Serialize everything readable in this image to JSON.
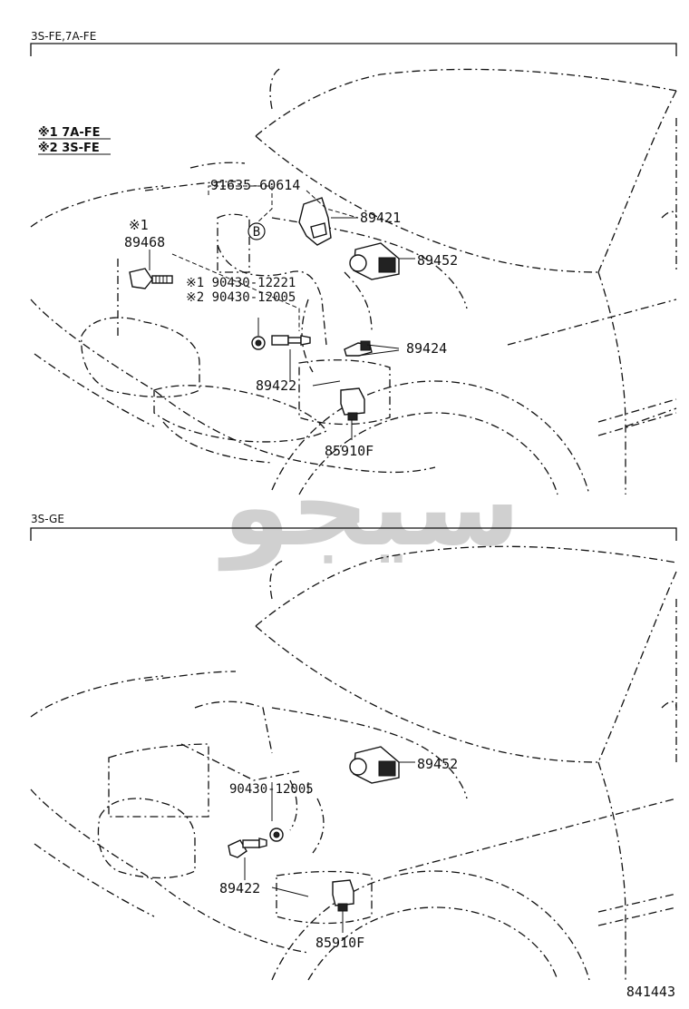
{
  "sections": {
    "top": {
      "title": "3S-FE,7A-FE"
    },
    "bottom": {
      "title": "3S-GE"
    }
  },
  "notes": {
    "note1": "※1 7A-FE",
    "note2": "※2 3S-FE"
  },
  "callout_letter": "B",
  "watermark": "ﺳﻴﺠﻮ",
  "top_labels": {
    "bolt_91635": "91635-60614",
    "part_89421": "89421",
    "part_89452": "89452",
    "mark_89468": "※1",
    "part_89468": "89468",
    "part_90430_a": "※1 90430-12221",
    "part_90430_b": "※2 90430-12005",
    "part_89424": "89424",
    "part_89422": "89422",
    "part_85910F": "85910F"
  },
  "bottom_labels": {
    "part_89452": "89452",
    "part_90430": "90430-12005",
    "part_89422": "89422",
    "part_85910F": "85910F"
  },
  "illustration_number": "841443"
}
